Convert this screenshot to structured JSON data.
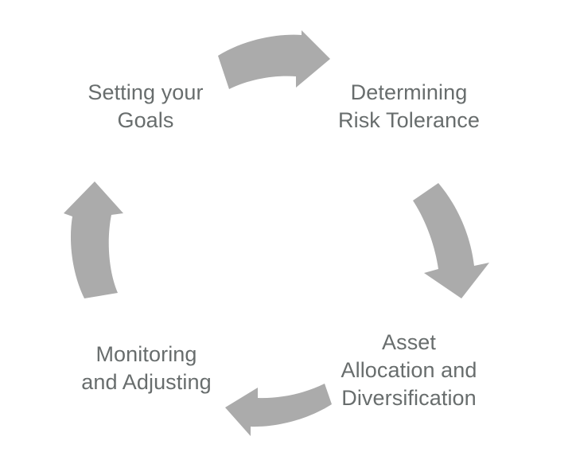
{
  "diagram": {
    "type": "cycle",
    "direction": "clockwise",
    "background_color": "#ffffff",
    "arrow_color": "#ababab",
    "label_color": "#686d6d",
    "nodes": [
      {
        "id": "setting-goals",
        "label": "Setting your\nGoals",
        "position": "top-left",
        "order": 1
      },
      {
        "id": "risk-tolerance",
        "label": "Determining\nRisk Tolerance",
        "position": "top-right",
        "order": 2
      },
      {
        "id": "asset-allocation",
        "label": "Asset\nAllocation and\nDiversification",
        "position": "bottom-right",
        "order": 3
      },
      {
        "id": "monitoring",
        "label": "Monitoring\nand Adjusting",
        "position": "bottom-left",
        "order": 4
      }
    ],
    "arrows": [
      {
        "id": "arrow-top",
        "from": "setting-goals",
        "to": "risk-tolerance",
        "direction": "right"
      },
      {
        "id": "arrow-right",
        "from": "risk-tolerance",
        "to": "asset-allocation",
        "direction": "down"
      },
      {
        "id": "arrow-bottom",
        "from": "asset-allocation",
        "to": "monitoring",
        "direction": "left"
      },
      {
        "id": "arrow-left",
        "from": "monitoring",
        "to": "setting-goals",
        "direction": "up"
      }
    ]
  }
}
